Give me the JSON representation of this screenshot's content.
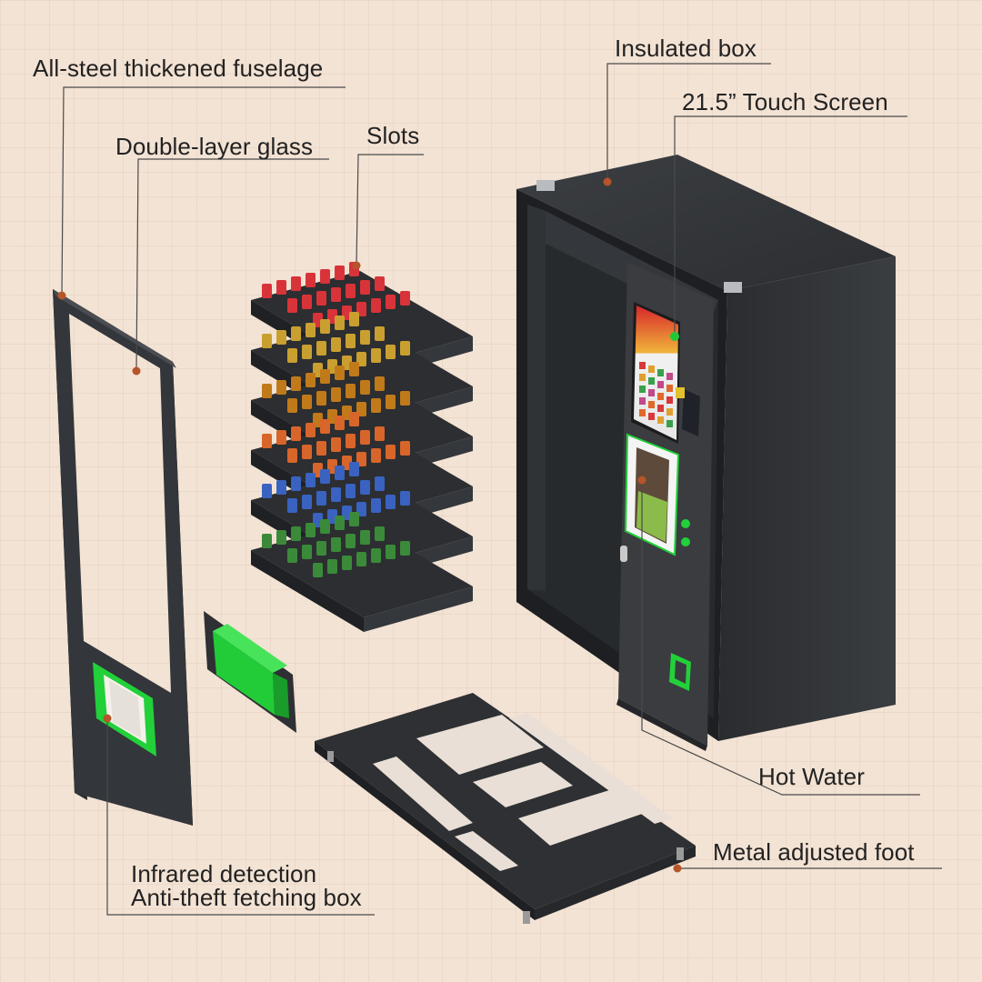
{
  "labels": {
    "fuselage": "All-steel thickened fuselage",
    "glass": "Double-layer glass",
    "slots": "Slots",
    "insulated": "Insulated box",
    "screen": "21.5” Touch Screen",
    "hot_water": "Hot Water",
    "foot": "Metal adjusted foot",
    "infrared_line1": "Infrared detection",
    "infrared_line2": "Anti-theft fetching box"
  },
  "colors": {
    "background": "#f3e3d4",
    "cabinet": "#2f3134",
    "accent_green": "#22d03a",
    "leader_line": "#4a4a4a",
    "marker": "#b5552a",
    "screen_marker": "#22c83a"
  }
}
